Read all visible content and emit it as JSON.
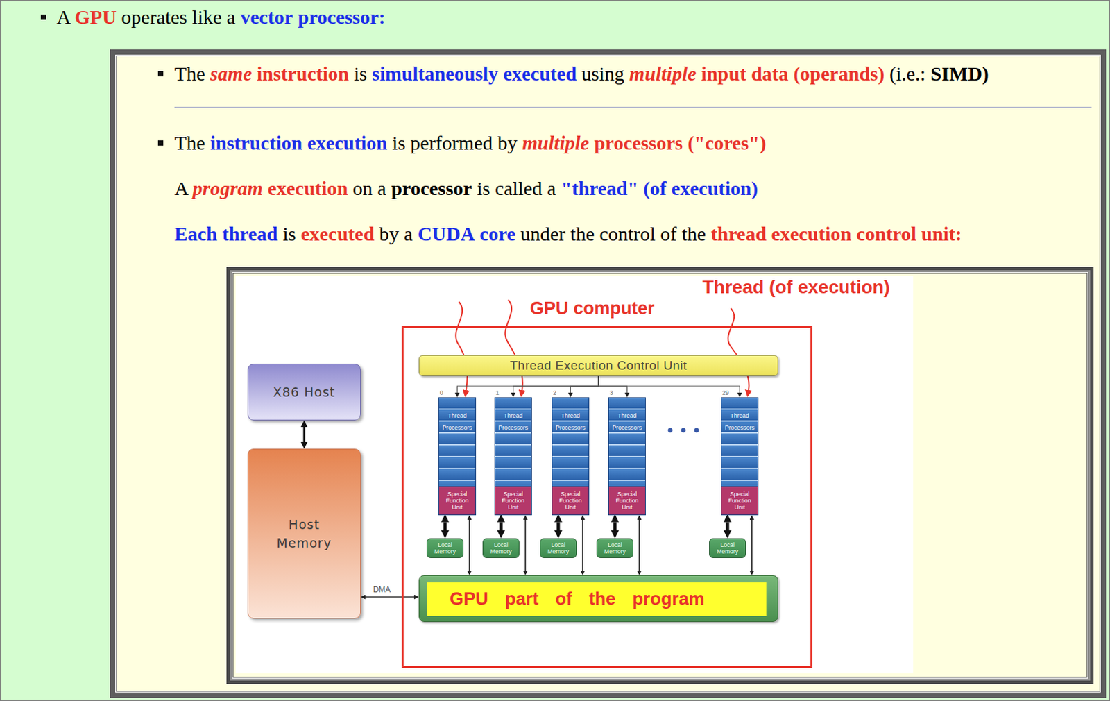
{
  "diagram": {
    "nodes": [
      {
        "text": [
          "The same instruction is simultaneously executed using multiple input data (operands) (i.e.: SIMD)",
          "The instruction execution is performed by multiple processors (\"cores\")",
          "A program execution on a processor is called a \"thread\" (of execution)",
          "Each thread is executed by a CUDA core under the control of the thread execution control unit:"
        ]
      },
      {
        "text": [
          "X86 Host"
        ],
        "in": 0
      },
      {
        "text": [
          "Host Memory"
        ],
        "in": 0
      },
      {
        "text": [
          "GPU computer"
        ],
        "in": 0
      },
      {
        "text": [
          "Thread Execution Control Unit"
        ],
        "in": 3
      },
      {
        "text": [
          "Thread Processors",
          "Special Function Unit"
        ],
        "in": 3
      },
      {
        "text": [
          "Thread Processors",
          "Special Function Unit"
        ],
        "in": 3
      },
      {
        "text": [
          "Thread Processors",
          "Special Function Unit"
        ],
        "in": 3
      },
      {
        "text": [
          "Thread Processors",
          "Special Function Unit"
        ],
        "in": 3
      },
      {
        "text": [
          "Thread Processors",
          "Special Function Unit"
        ],
        "in": 3
      },
      {
        "text": [
          "Local Memory"
        ],
        "in": 3
      },
      {
        "text": [
          "Local Memory"
        ],
        "in": 3
      },
      {
        "text": [
          "Local Memory"
        ],
        "in": 3
      },
      {
        "text": [
          "Local Memory"
        ],
        "in": 3
      },
      {
        "text": [
          "Local Memory"
        ],
        "in": 3
      },
      {
        "text": [
          "GPU part of the program"
        ],
        "in": 3
      }
    ],
    "edges": [
      {
        "from": 1,
        "to": 2,
        "arrow": "both"
      },
      {
        "from": 2,
        "to": 15,
        "label": "DMA",
        "arrow": "both"
      },
      {
        "from": 4,
        "to": 5,
        "arrow": "to"
      },
      {
        "from": 4,
        "to": 6,
        "arrow": "to"
      },
      {
        "from": 4,
        "to": 7,
        "arrow": "to"
      },
      {
        "from": 4,
        "to": 8,
        "arrow": "to"
      },
      {
        "from": 4,
        "to": 9,
        "arrow": "to"
      },
      {
        "from": 5,
        "to": 10,
        "arrow": "both"
      },
      {
        "from": 6,
        "to": 11,
        "arrow": "both"
      },
      {
        "from": 7,
        "to": 12,
        "arrow": "both"
      },
      {
        "from": 8,
        "to": 13,
        "arrow": "both"
      },
      {
        "from": 9,
        "to": 14,
        "arrow": "both"
      },
      {
        "from": 5,
        "to": 15,
        "arrow": "both"
      },
      {
        "from": 6,
        "to": 15,
        "arrow": "both"
      },
      {
        "from": 7,
        "to": 15,
        "arrow": "both"
      },
      {
        "from": 8,
        "to": 15,
        "arrow": "both"
      },
      {
        "from": 9,
        "to": 15,
        "arrow": "both"
      }
    ],
    "labels": [
      "A GPU operates like a vector processor:",
      "Thread (of execution)",
      "0",
      "1",
      "2",
      "3",
      "29"
    ]
  }
}
